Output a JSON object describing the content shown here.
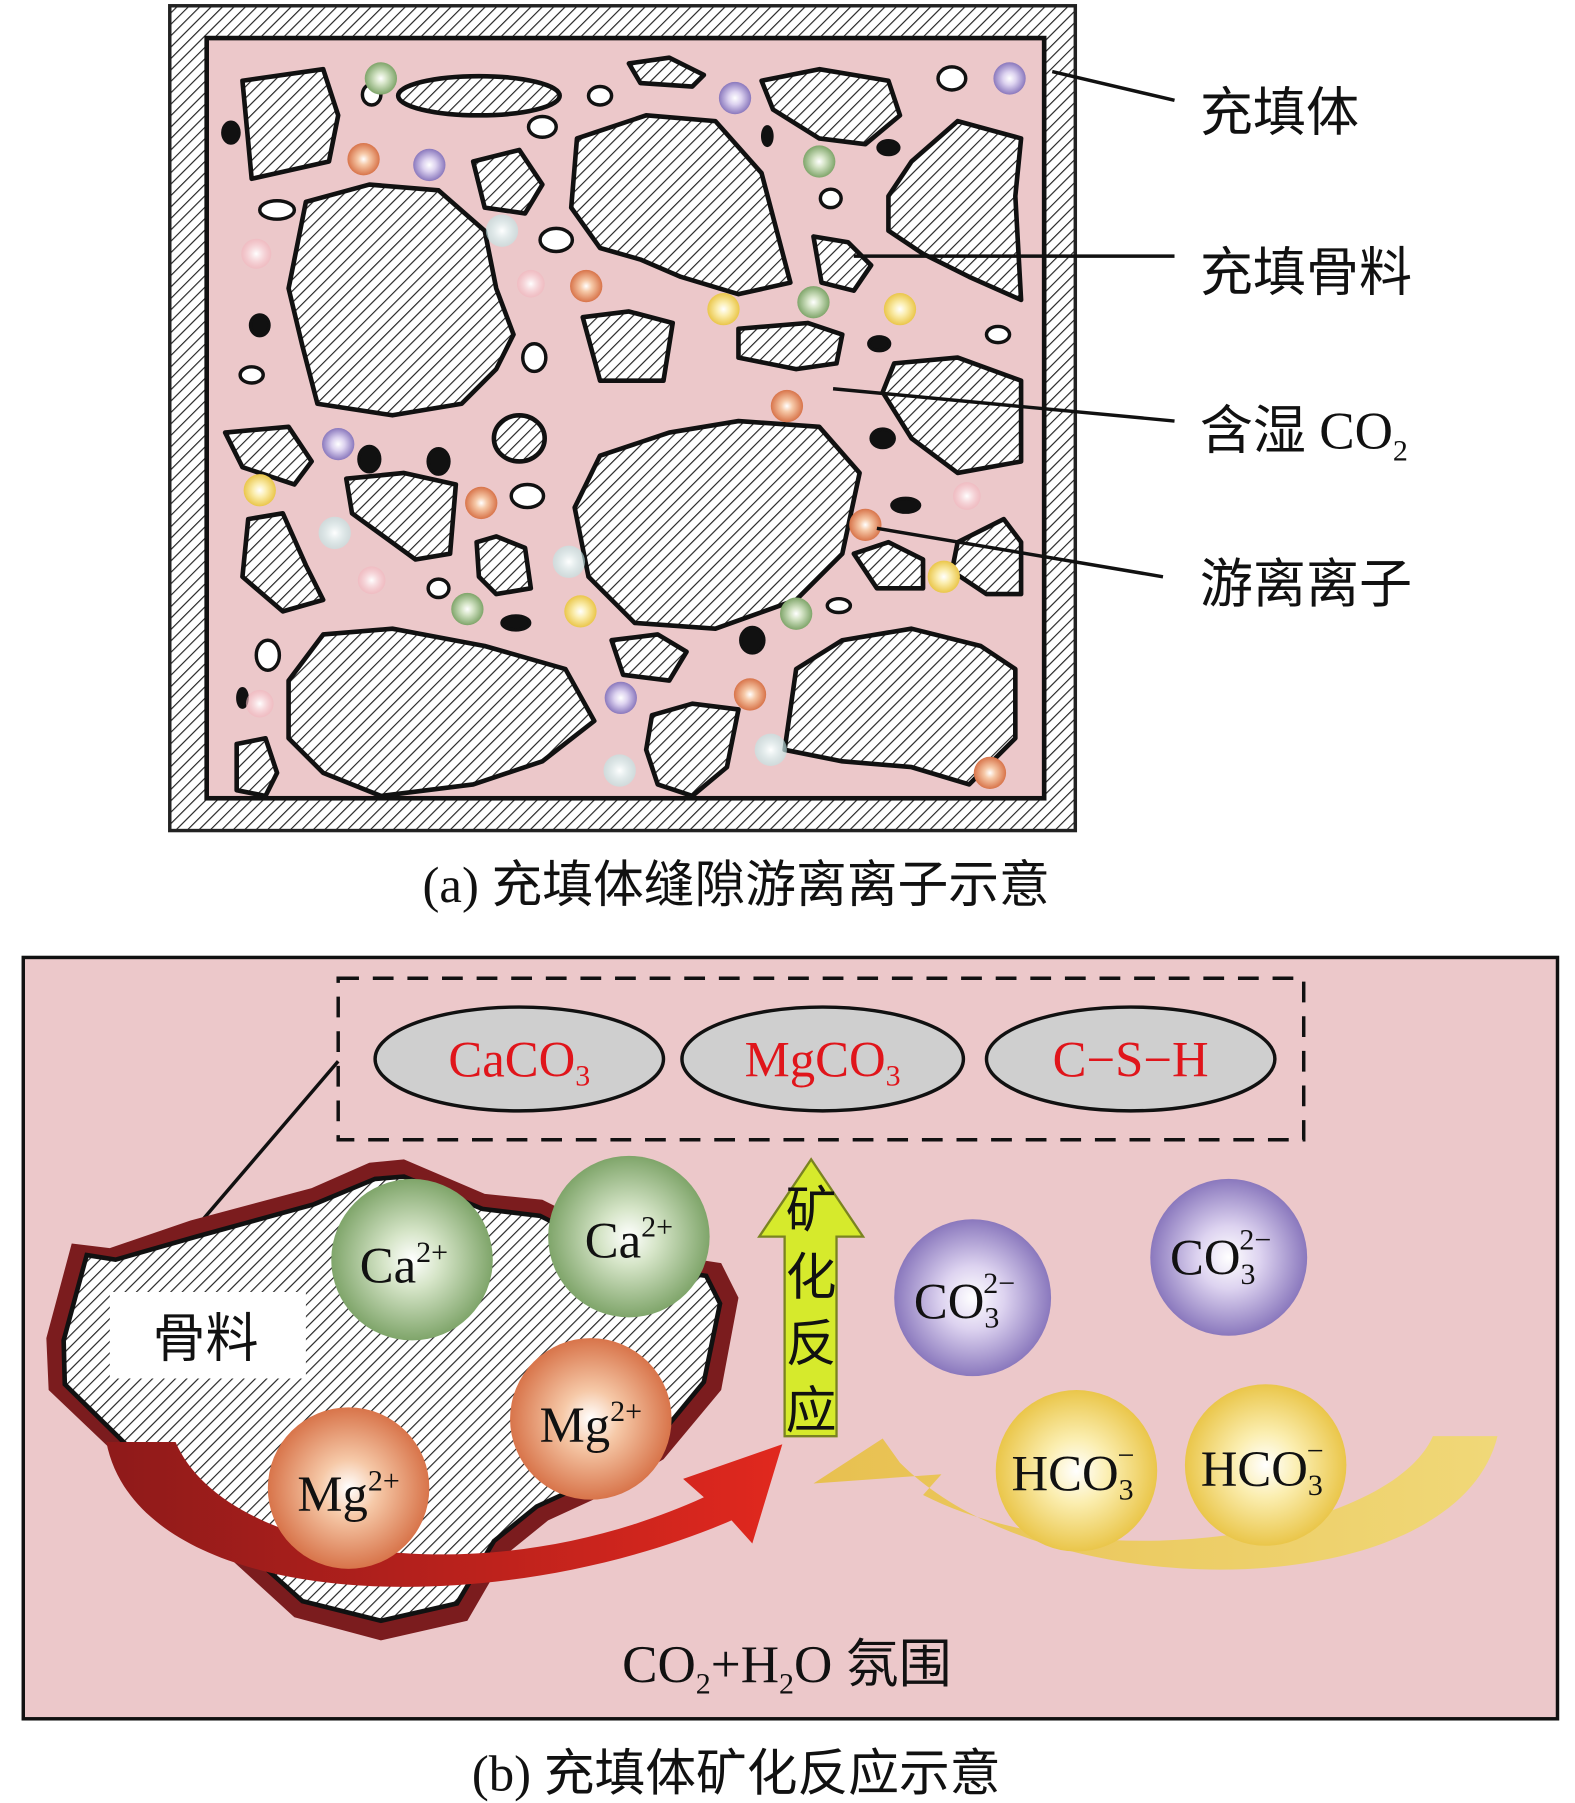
{
  "panel_a": {
    "labels": {
      "backfill": "充填体",
      "aggregate": "充填骨料",
      "moist_co2": "含湿 CO",
      "moist_co2_sub": "2",
      "free_ions": "游离离子"
    },
    "caption": "(a) 充填体缝隙游离离子示意"
  },
  "panel_b": {
    "products": [
      {
        "main": "CaCO",
        "sub": "3"
      },
      {
        "main": "MgCO",
        "sub": "3"
      },
      {
        "main": "C−S−H",
        "sub": ""
      }
    ],
    "aggregate_label": "骨料",
    "reaction_chars": [
      "矿",
      "化",
      "反",
      "应"
    ],
    "ions": {
      "ca1": {
        "main": "Ca",
        "sup": "2+"
      },
      "ca2": {
        "main": "Ca",
        "sup": "2+"
      },
      "mg1": {
        "main": "Mg",
        "sup": "2+"
      },
      "mg2": {
        "main": "Mg",
        "sup": "2+"
      },
      "co3_1": {
        "main": "CO",
        "sub": "3",
        "sup": "2−"
      },
      "co3_2": {
        "main": "CO",
        "sub": "3",
        "sup": "2−"
      },
      "hco3_1": {
        "main": "HCO",
        "sub": "3",
        "sup": "−"
      },
      "hco3_2": {
        "main": "HCO",
        "sub": "3",
        "sup": "−"
      }
    },
    "atmosphere": {
      "p1": "CO",
      "s1": "2",
      "p2": "+H",
      "s2": "2",
      "p3": "O 氛围"
    },
    "caption": "(b) 充填体矿化反应示意"
  },
  "colors": {
    "pink_bg": "#ecc8ca",
    "product_text": "#e0151b",
    "arrow_yellow": "#d6ea2c",
    "ca_green": "#8fb07c",
    "mg_orange": "#e0855a",
    "co3_purple": "#9b8cc8",
    "hco3_yellow": "#f0d060",
    "rim_red": "#7b1c1e"
  }
}
